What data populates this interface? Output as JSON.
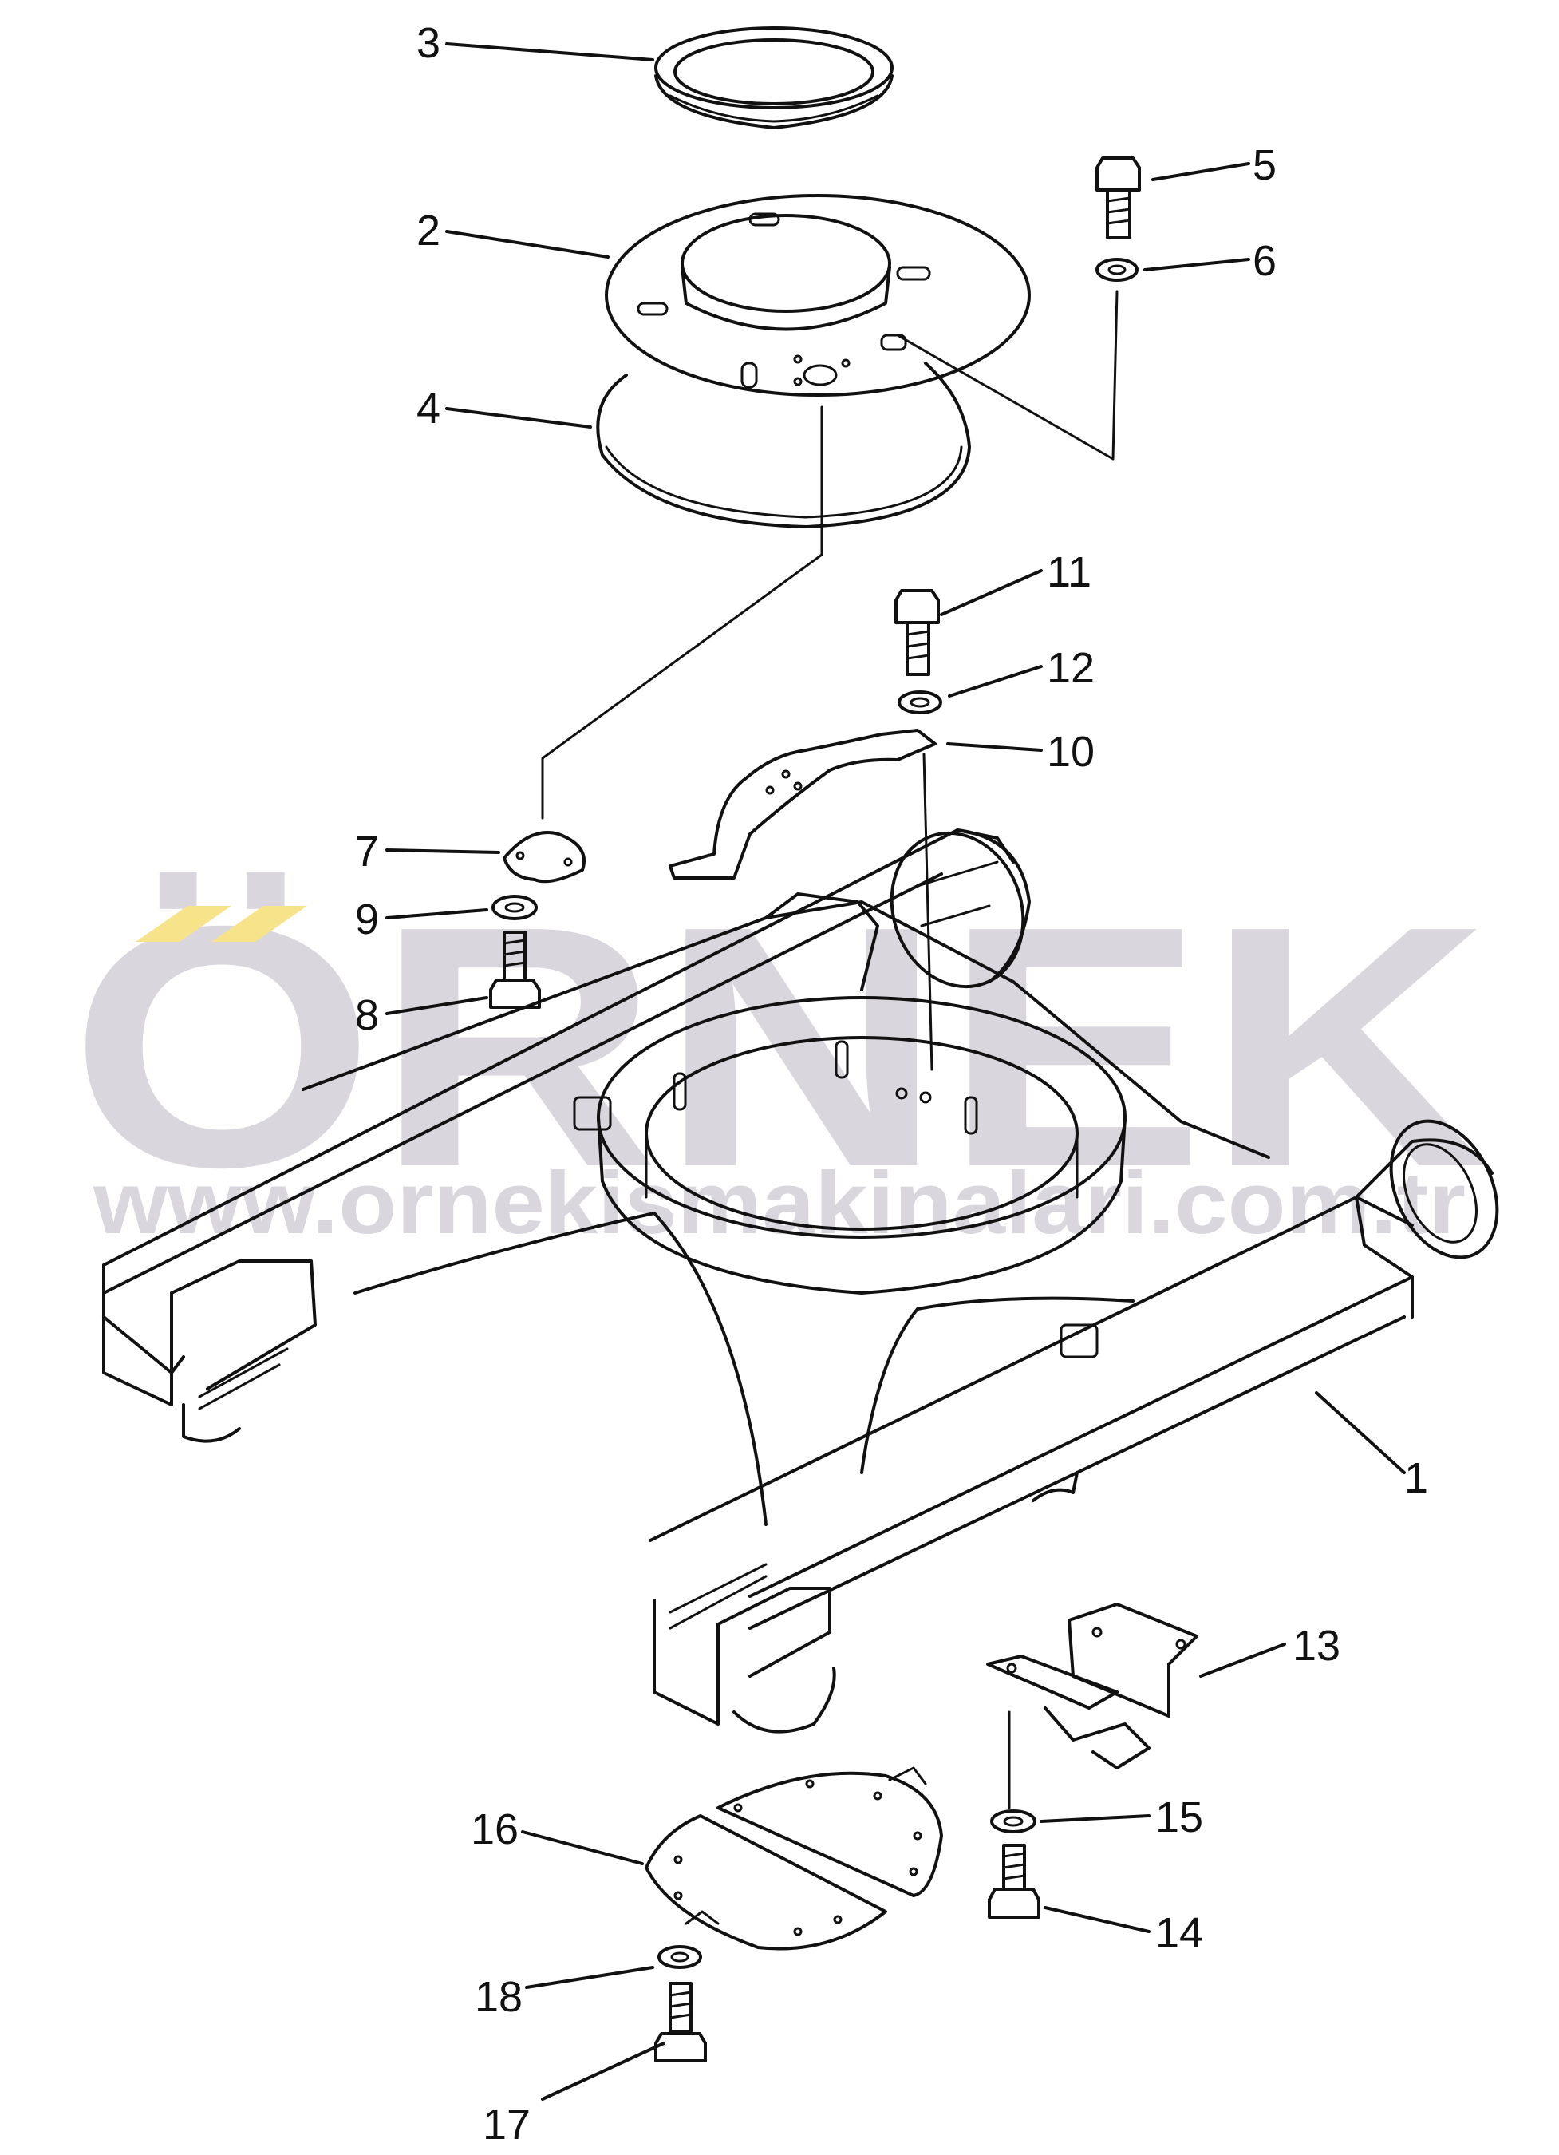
{
  "watermark": {
    "brand": "ÖRNEK",
    "url": "www.ornekismakinalari.com.tr",
    "brand_color": "#d9d6de",
    "accent_color": "#f7e48a"
  },
  "callouts": [
    "1",
    "2",
    "3",
    "4",
    "5",
    "6",
    "7",
    "8",
    "9",
    "10",
    "11",
    "12",
    "13",
    "14",
    "15",
    "16",
    "17",
    "18"
  ]
}
